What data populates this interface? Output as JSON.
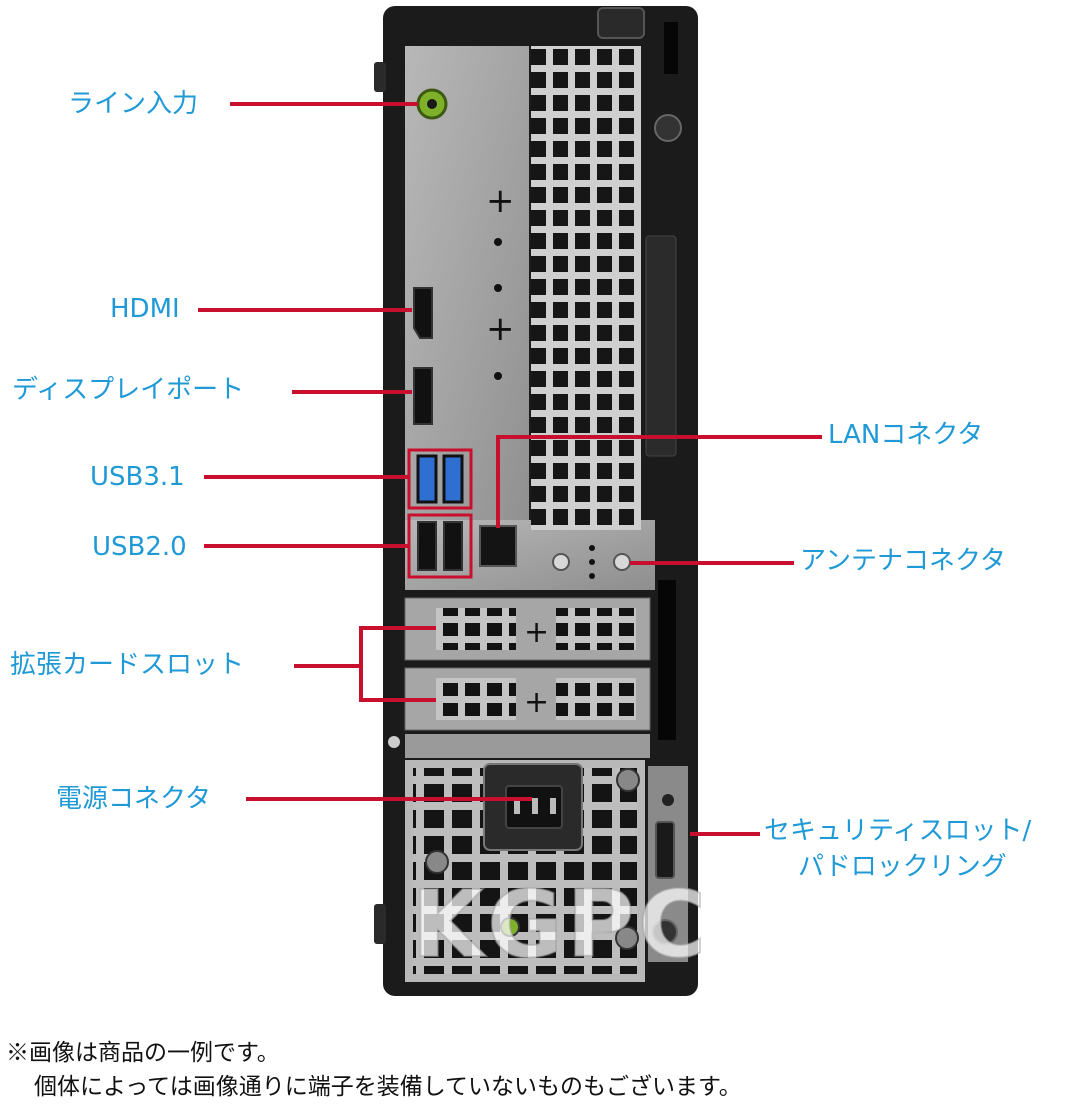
{
  "colors": {
    "label": "#1f9ad6",
    "leader": "#c8102e",
    "chassis": "#1b1b1b",
    "panel": "#a9a9a9",
    "usb3": "#2f6fd1",
    "audio_jack": "#7fb02a"
  },
  "labels": {
    "line_in": "ライン入力",
    "hdmi": "HDMI",
    "displayport": "ディスプレイポート",
    "usb31": "USB3.1",
    "usb20": "USB2.0",
    "expansion": "拡張カードスロット",
    "power": "電源コネクタ",
    "lan": "LANコネクタ",
    "antenna": "アンテナコネクタ",
    "security_1": "セキュリティスロット/",
    "security_2": "パドロックリング"
  },
  "watermark": "KGPC",
  "note": {
    "line1": "※画像は商品の一例です。",
    "line2": "個体によっては画像通りに端子を装備していないものもございます。"
  }
}
